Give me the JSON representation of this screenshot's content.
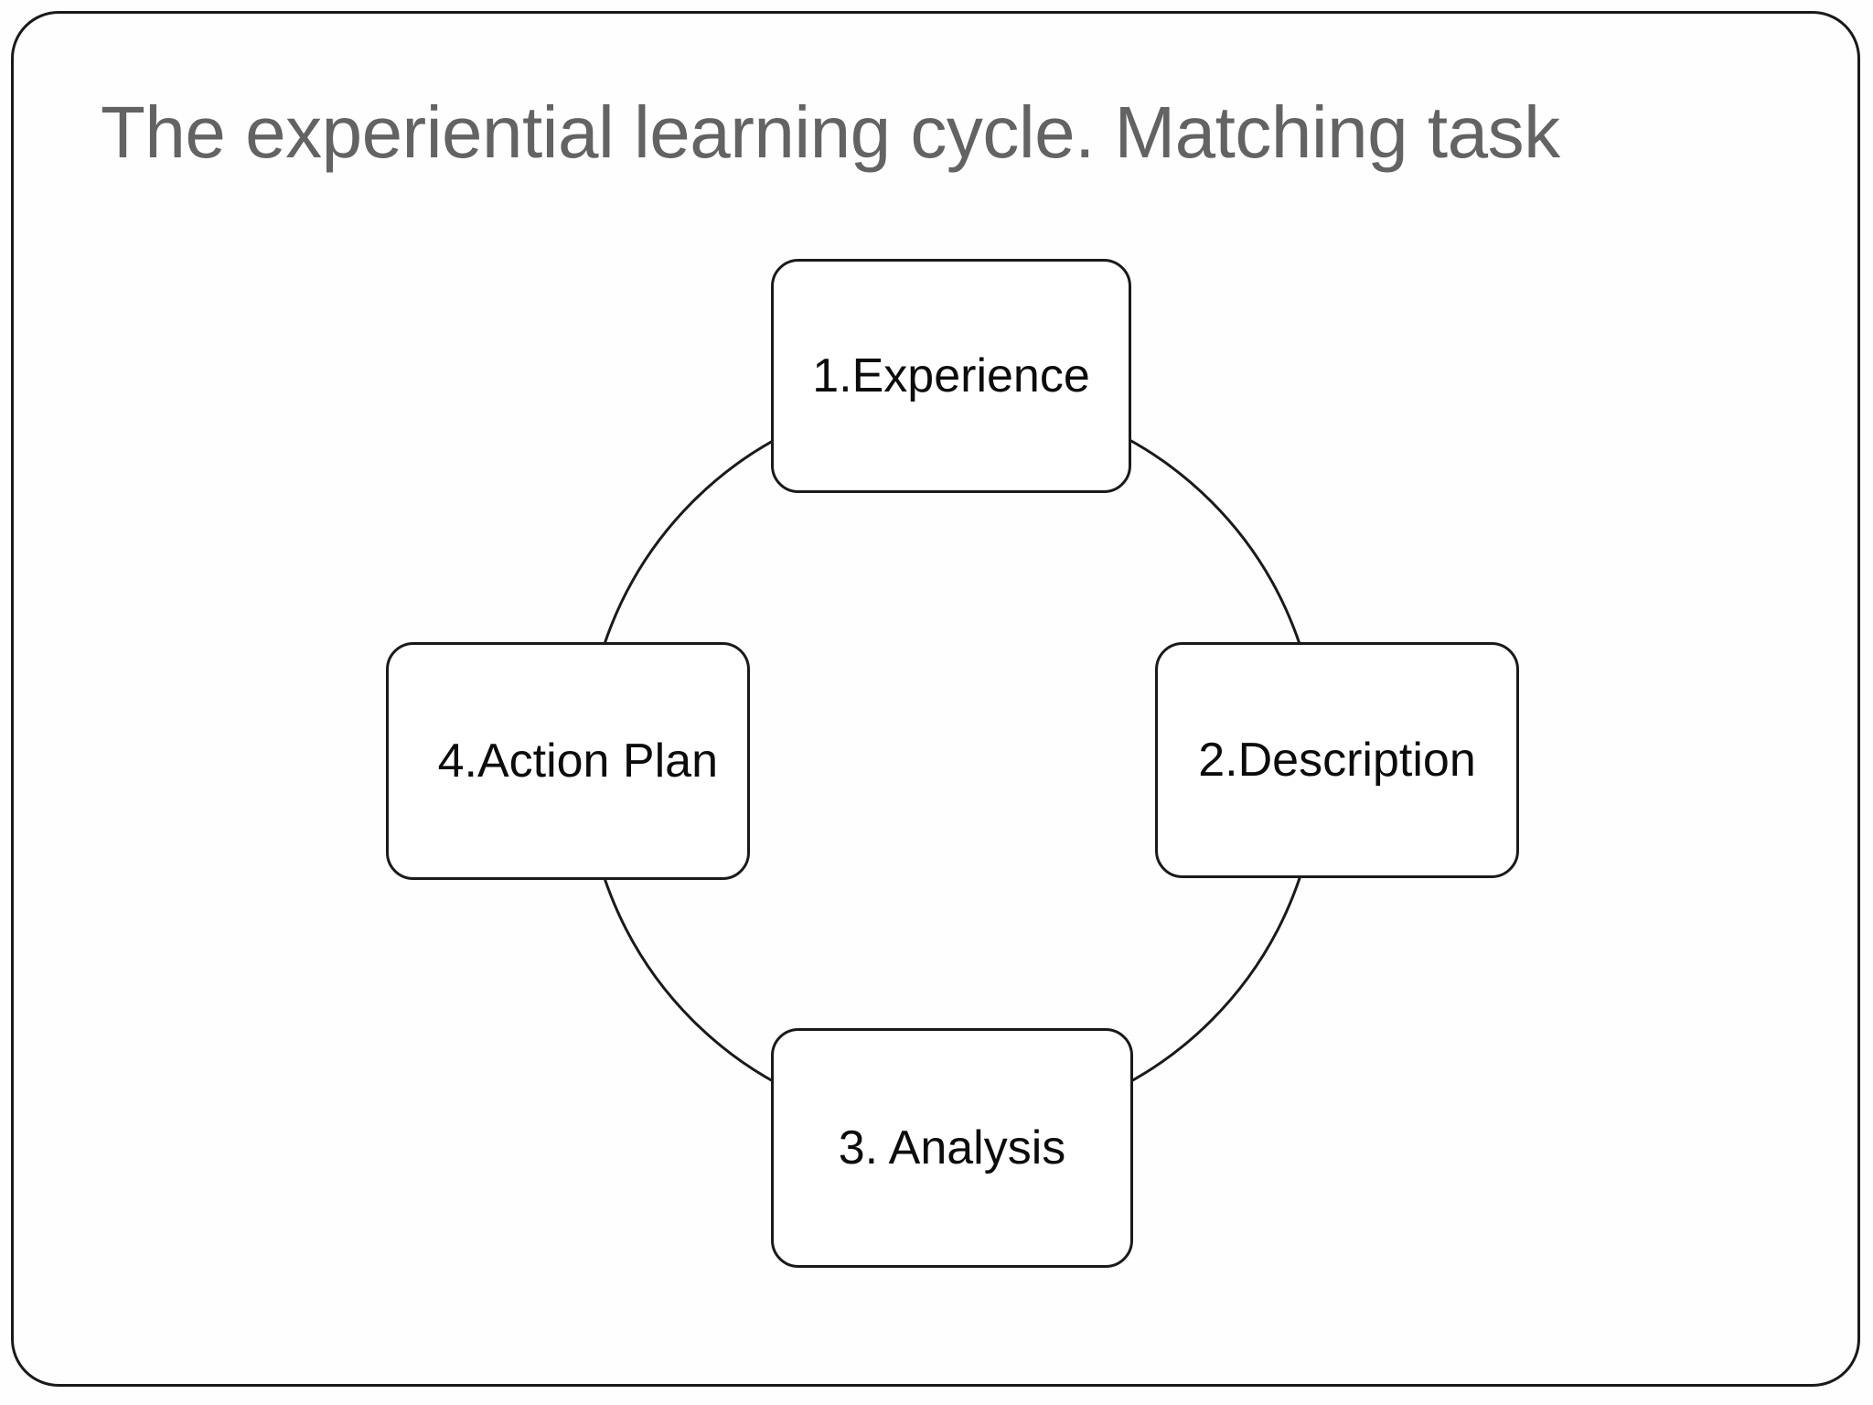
{
  "slide": {
    "title": "The experiential learning cycle. Matching task",
    "title_color": "#636363",
    "border_color": "#1a1a1a",
    "background_color": "#fefefe"
  },
  "diagram": {
    "type": "cycle",
    "shape": "circle",
    "node_count": 4,
    "nodes": [
      {
        "id": "experience",
        "label": "1.Experience",
        "position": "top"
      },
      {
        "id": "description",
        "label": "2.Description",
        "position": "right"
      },
      {
        "id": "analysis",
        "label": "3. Analysis",
        "position": "bottom"
      },
      {
        "id": "action-plan",
        "label": "4.Action Plan",
        "position": "left"
      }
    ]
  }
}
